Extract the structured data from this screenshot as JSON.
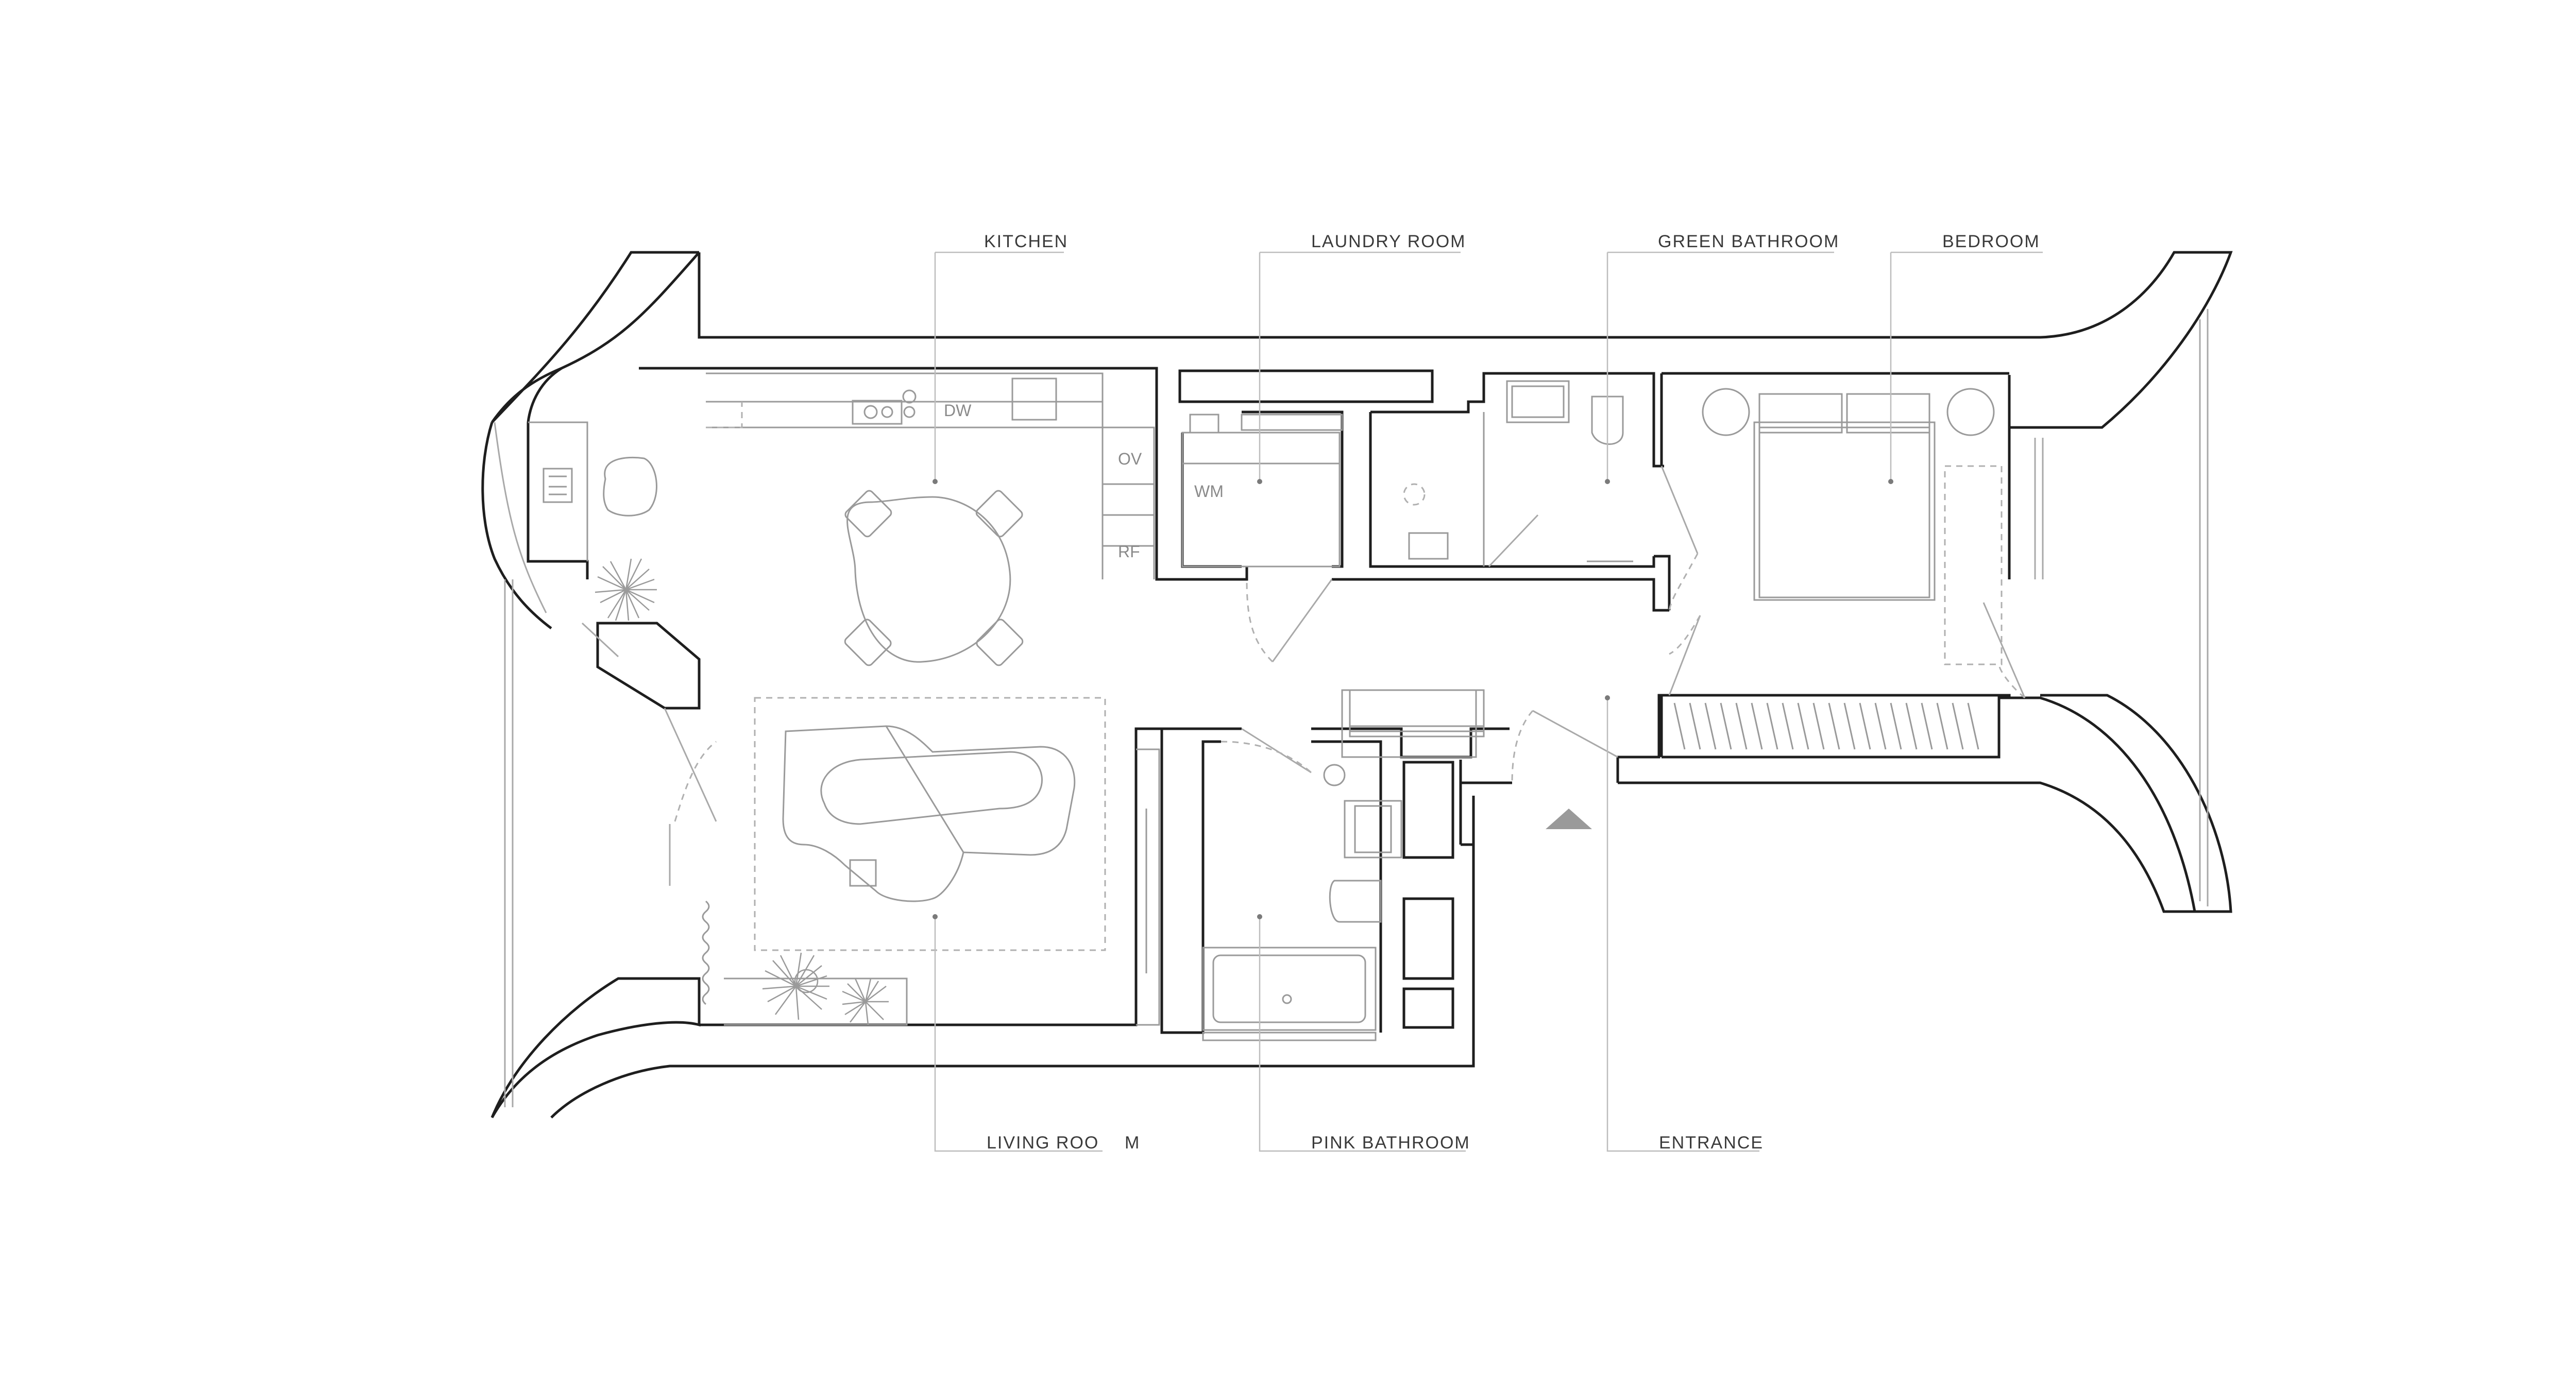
{
  "rooms": {
    "kitchen": "KITCHEN",
    "laundry": "LAUNDRY ROOM",
    "green_bathroom": "GREEN BATHROOM",
    "bedroom": "BEDROOM",
    "living_room_part1": "LIVING ROO",
    "living_room_part2": "M",
    "pink_bathroom": "PINK BATHROOM",
    "entrance": "ENTRANCE"
  },
  "fixtures": {
    "dishwasher": "DW",
    "oven": "OV",
    "refrigerator": "RF",
    "washing_machine": "WM"
  },
  "icons": {
    "entrance_marker": "triangle-up-icon"
  }
}
